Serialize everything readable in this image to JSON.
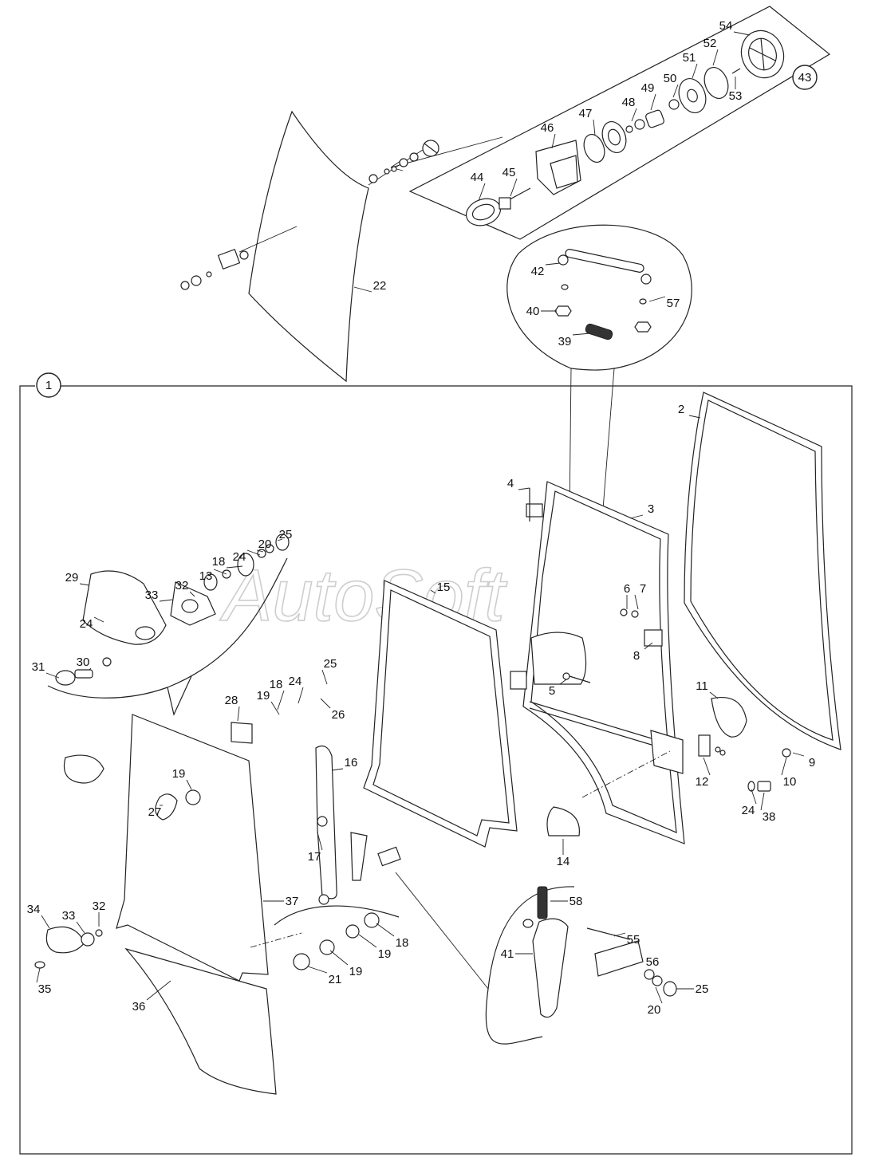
{
  "watermark": "AutoSoft",
  "callouts": [
    {
      "id": "c1",
      "label": "1",
      "circled": true
    },
    {
      "id": "c2",
      "label": "2"
    },
    {
      "id": "c3",
      "label": "3"
    },
    {
      "id": "c4",
      "label": "4"
    },
    {
      "id": "c5",
      "label": "5"
    },
    {
      "id": "c6",
      "label": "6"
    },
    {
      "id": "c7",
      "label": "7"
    },
    {
      "id": "c8",
      "label": "8"
    },
    {
      "id": "c9",
      "label": "9"
    },
    {
      "id": "c10",
      "label": "10"
    },
    {
      "id": "c11",
      "label": "11"
    },
    {
      "id": "c12",
      "label": "12"
    },
    {
      "id": "c13",
      "label": "13"
    },
    {
      "id": "c14",
      "label": "14"
    },
    {
      "id": "c15",
      "label": "15"
    },
    {
      "id": "c16",
      "label": "16"
    },
    {
      "id": "c17",
      "label": "17"
    },
    {
      "id": "c18a",
      "label": "18"
    },
    {
      "id": "c18b",
      "label": "18"
    },
    {
      "id": "c18c",
      "label": "18"
    },
    {
      "id": "c19a",
      "label": "19"
    },
    {
      "id": "c19b",
      "label": "19"
    },
    {
      "id": "c19c",
      "label": "19"
    },
    {
      "id": "c19d",
      "label": "19"
    },
    {
      "id": "c20a",
      "label": "20"
    },
    {
      "id": "c20b",
      "label": "20"
    },
    {
      "id": "c21",
      "label": "21"
    },
    {
      "id": "c22",
      "label": "22"
    },
    {
      "id": "c24a",
      "label": "24"
    },
    {
      "id": "c24b",
      "label": "24"
    },
    {
      "id": "c24c",
      "label": "24"
    },
    {
      "id": "c24d",
      "label": "24"
    },
    {
      "id": "c25a",
      "label": "25"
    },
    {
      "id": "c25b",
      "label": "25"
    },
    {
      "id": "c25c",
      "label": "25"
    },
    {
      "id": "c26",
      "label": "26"
    },
    {
      "id": "c27",
      "label": "27"
    },
    {
      "id": "c28",
      "label": "28"
    },
    {
      "id": "c29",
      "label": "29"
    },
    {
      "id": "c30",
      "label": "30"
    },
    {
      "id": "c31",
      "label": "31"
    },
    {
      "id": "c32a",
      "label": "32"
    },
    {
      "id": "c32b",
      "label": "32"
    },
    {
      "id": "c33a",
      "label": "33"
    },
    {
      "id": "c33b",
      "label": "33"
    },
    {
      "id": "c34",
      "label": "34"
    },
    {
      "id": "c35",
      "label": "35"
    },
    {
      "id": "c36",
      "label": "36"
    },
    {
      "id": "c37",
      "label": "37"
    },
    {
      "id": "c38",
      "label": "38"
    },
    {
      "id": "c39",
      "label": "39"
    },
    {
      "id": "c40",
      "label": "40"
    },
    {
      "id": "c41",
      "label": "41"
    },
    {
      "id": "c42",
      "label": "42"
    },
    {
      "id": "c43",
      "label": "43",
      "circled": true
    },
    {
      "id": "c44",
      "label": "44"
    },
    {
      "id": "c45",
      "label": "45"
    },
    {
      "id": "c46",
      "label": "46"
    },
    {
      "id": "c47",
      "label": "47"
    },
    {
      "id": "c48",
      "label": "48"
    },
    {
      "id": "c49",
      "label": "49"
    },
    {
      "id": "c50",
      "label": "50"
    },
    {
      "id": "c51",
      "label": "51"
    },
    {
      "id": "c52",
      "label": "52"
    },
    {
      "id": "c53",
      "label": "53"
    },
    {
      "id": "c54",
      "label": "54"
    },
    {
      "id": "c55",
      "label": "55"
    },
    {
      "id": "c56",
      "label": "56"
    },
    {
      "id": "c57",
      "label": "57"
    },
    {
      "id": "c58",
      "label": "58"
    }
  ]
}
